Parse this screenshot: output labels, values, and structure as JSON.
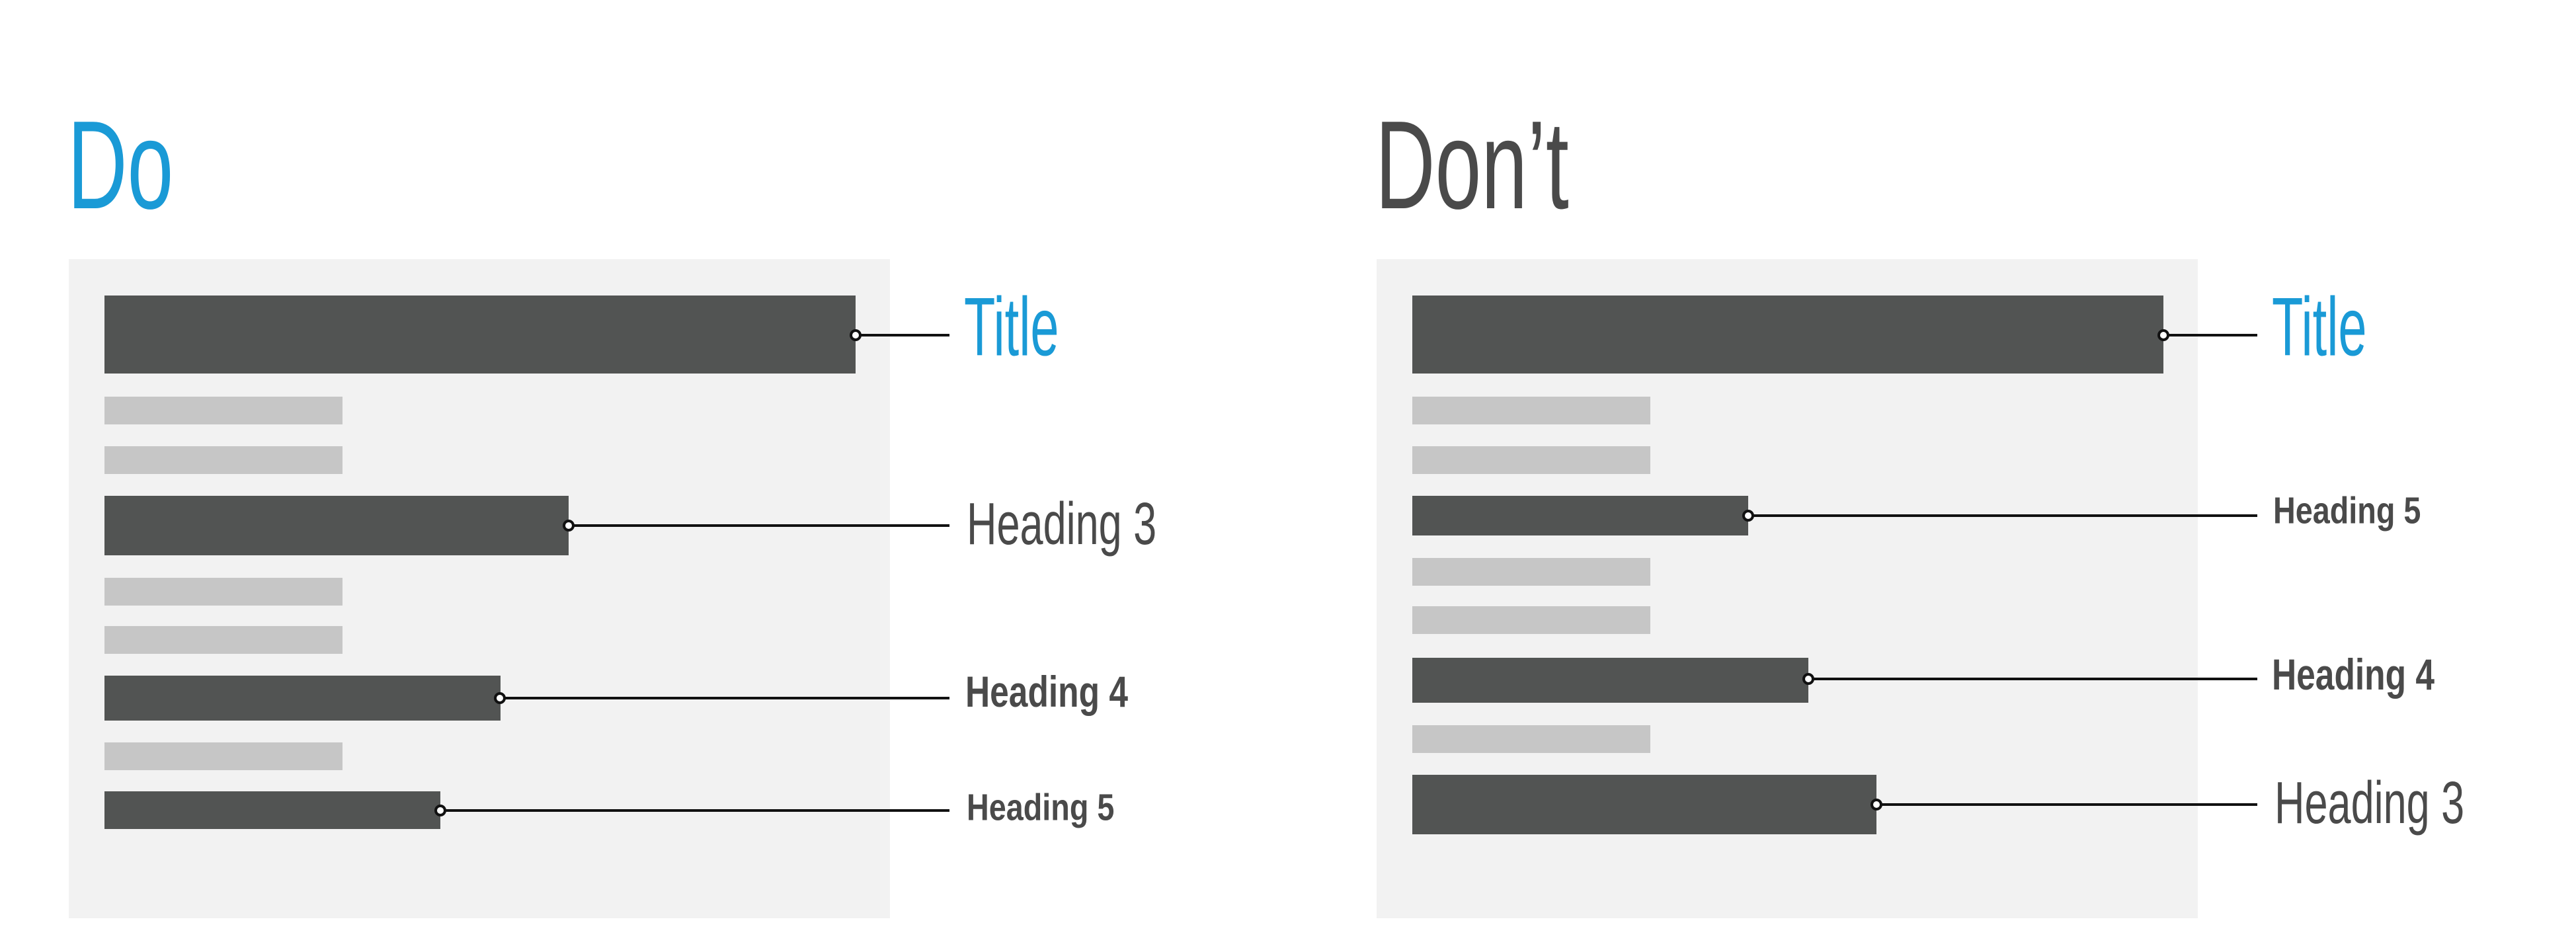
{
  "do": {
    "heading": "Do",
    "labels": {
      "title": "Title",
      "heading3": "Heading 3",
      "heading4": "Heading 4",
      "heading5": "Heading 5"
    }
  },
  "dont": {
    "heading": "Don’t",
    "labels": {
      "title": "Title",
      "heading5": "Heading 5",
      "heading4": "Heading 4",
      "heading3": "Heading 3"
    }
  },
  "colors": {
    "accent": "#1a9ad6",
    "heading_text": "#4a4a4a",
    "heading_bar": "#525453",
    "text_line": "#c6c6c6",
    "panel_background": "#f2f2f2"
  }
}
